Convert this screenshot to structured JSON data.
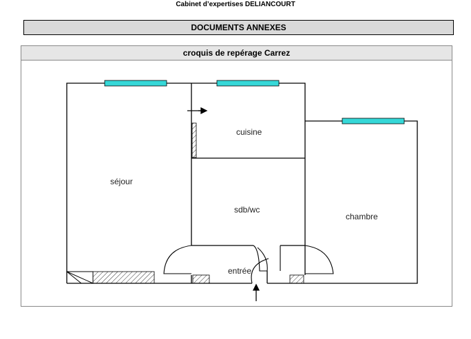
{
  "header": {
    "company": "Cabinet d’expertises DELIANCOURT",
    "section_title": "DOCUMENTS ANNEXES"
  },
  "panel": {
    "title": "croquis de repérage Carrez"
  },
  "plan": {
    "rooms": {
      "sejour": "séjour",
      "cuisine": "cuisine",
      "sdb_wc": "sdb/wc",
      "chambre": "chambre",
      "entree": "entrée"
    }
  },
  "colors": {
    "window": "#36d8d8",
    "banner": "#d9d9d9",
    "panel_header": "#e6e6e6"
  }
}
